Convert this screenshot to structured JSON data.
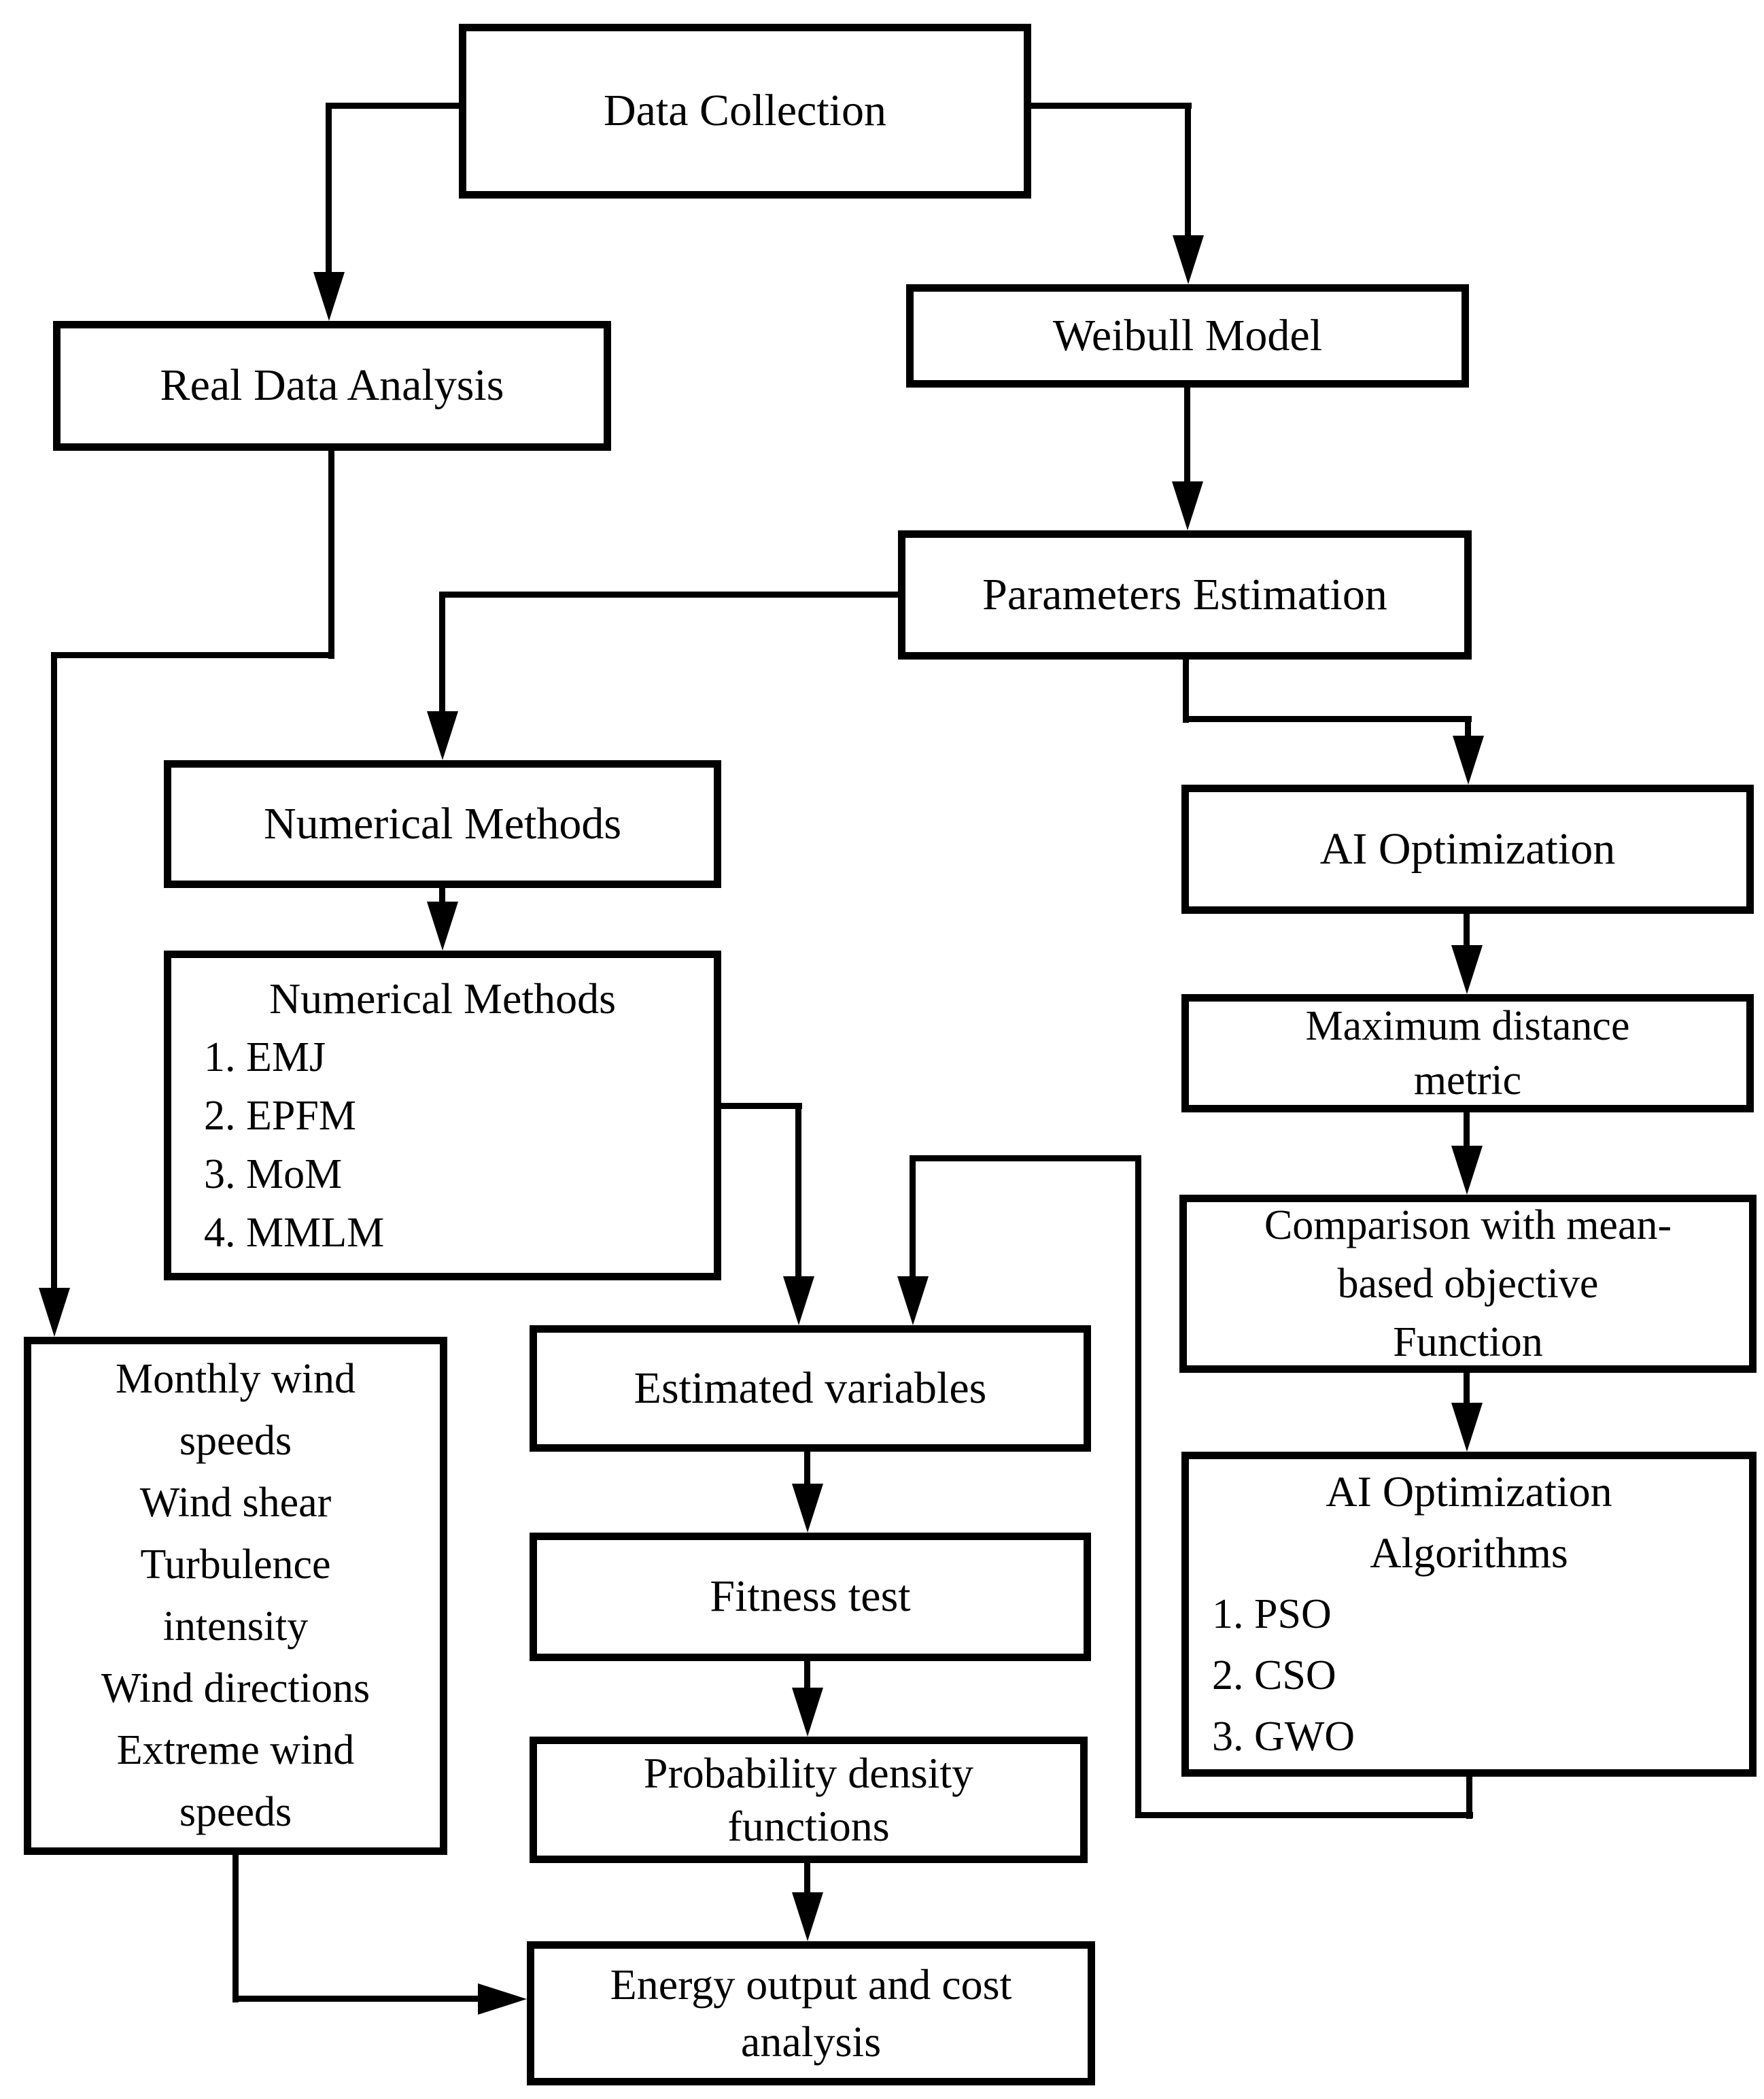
{
  "diagram": {
    "type": "flowchart",
    "colors": {
      "line": "#000000",
      "background": "#ffffff",
      "box_fill": "#ffffff",
      "text": "#000000"
    },
    "boxes": {
      "data_collection": {
        "label": "Data Collection"
      },
      "real_data_analysis": {
        "label": "Real Data Analysis"
      },
      "weibull_model": {
        "label": "Weibull Model"
      },
      "parameters_estimation": {
        "label": "Parameters Estimation"
      },
      "numerical_methods_title": {
        "label": "Numerical Methods"
      },
      "numerical_methods_list": {
        "title": "Numerical Methods",
        "items": [
          "1. EMJ",
          "2. EPFM",
          "3. MoM",
          "4. MMLM"
        ]
      },
      "ai_optimization": {
        "label": "AI Optimization"
      },
      "maximum_distance_metric": {
        "lines": [
          "Maximum distance",
          "metric"
        ]
      },
      "comparison_objective": {
        "lines": [
          "Comparison with mean-",
          "based objective",
          "Function"
        ]
      },
      "ai_optimization_algorithms": {
        "title_lines": [
          "AI Optimization",
          "Algorithms"
        ],
        "items": [
          "1. PSO",
          "2. CSO",
          "3. GWO"
        ]
      },
      "wind_characteristics": {
        "lines": [
          "Monthly wind",
          "speeds",
          "Wind shear",
          "Turbulence",
          "intensity",
          "Wind directions",
          "Extreme wind",
          "speeds"
        ]
      },
      "estimated_variables": {
        "label": "Estimated variables"
      },
      "fitness_test": {
        "label": "Fitness test"
      },
      "probability_density_functions": {
        "lines": [
          "Probability density",
          "functions"
        ]
      },
      "energy_output": {
        "lines": [
          "Energy output and cost",
          "analysis"
        ]
      }
    }
  }
}
